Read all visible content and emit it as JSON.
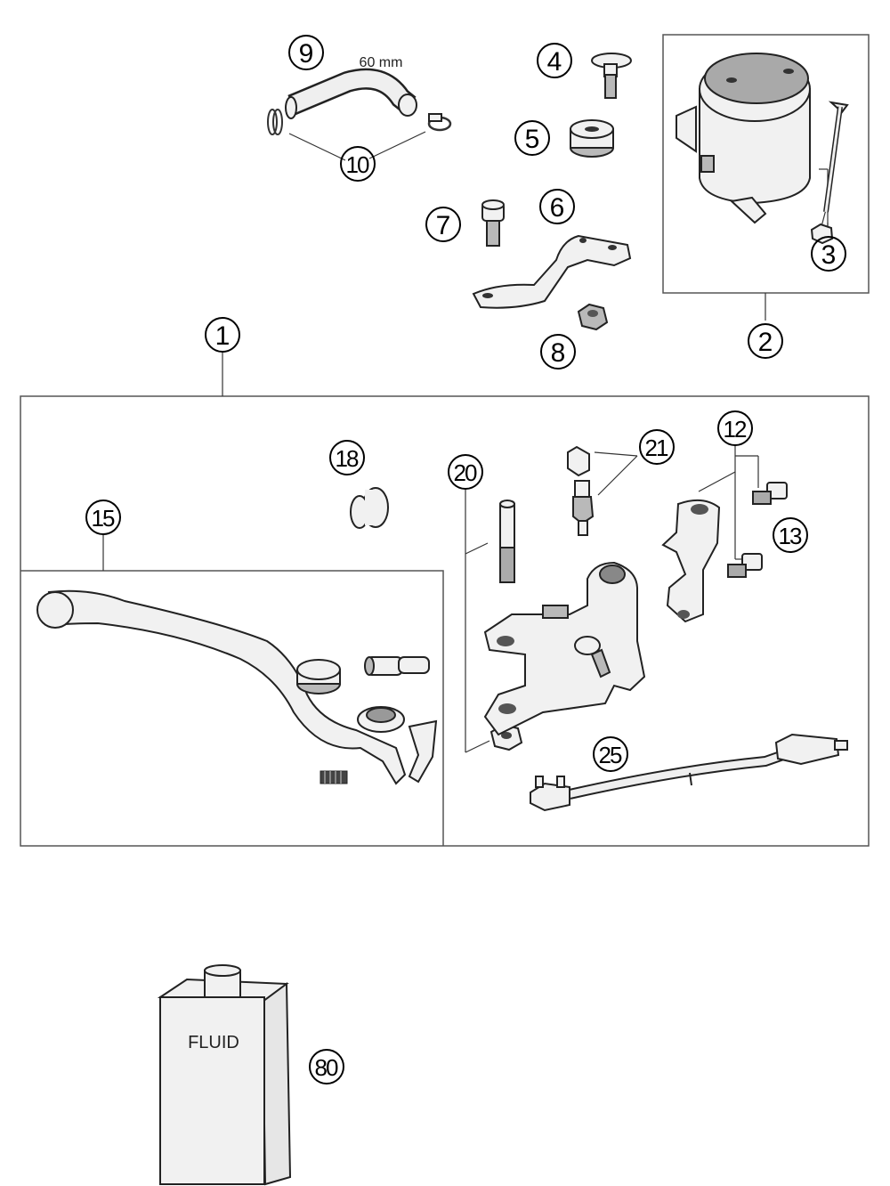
{
  "callouts": {
    "c1": "1",
    "c2": "2",
    "c3": "3",
    "c4": "4",
    "c5": "5",
    "c6": "6",
    "c7": "7",
    "c8": "8",
    "c9": "9",
    "c10": "10",
    "c12": "12",
    "c13": "13",
    "c15": "15",
    "c18": "18",
    "c20": "20",
    "c21": "21",
    "c25": "25",
    "c80": "80"
  },
  "hose_length_label": "60 mm",
  "fluid_label": "FLUID"
}
